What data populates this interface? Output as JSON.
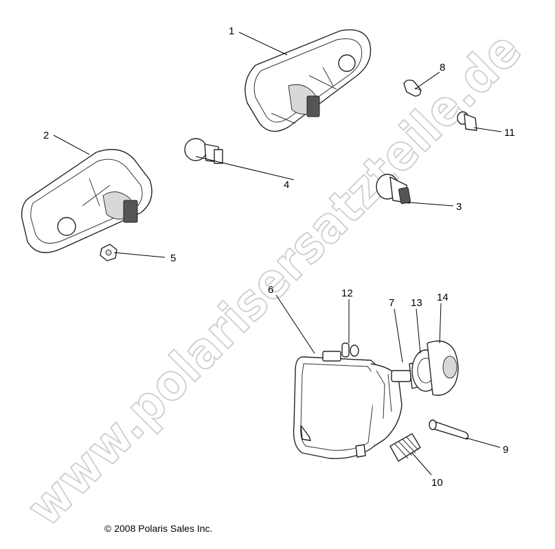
{
  "watermark": "www.polarisersatzteile.de",
  "copyright": "© 2008 Polaris Sales Inc.",
  "callouts": [
    {
      "id": "1",
      "label": "1"
    },
    {
      "id": "2",
      "label": "2"
    },
    {
      "id": "3",
      "label": "3"
    },
    {
      "id": "4",
      "label": "4"
    },
    {
      "id": "5",
      "label": "5"
    },
    {
      "id": "6",
      "label": "6"
    },
    {
      "id": "7",
      "label": "7"
    },
    {
      "id": "8",
      "label": "8"
    },
    {
      "id": "9",
      "label": "9"
    },
    {
      "id": "10",
      "label": "10"
    },
    {
      "id": "11",
      "label": "11"
    },
    {
      "id": "12",
      "label": "12"
    },
    {
      "id": "13",
      "label": "13"
    },
    {
      "id": "14",
      "label": "14"
    }
  ]
}
